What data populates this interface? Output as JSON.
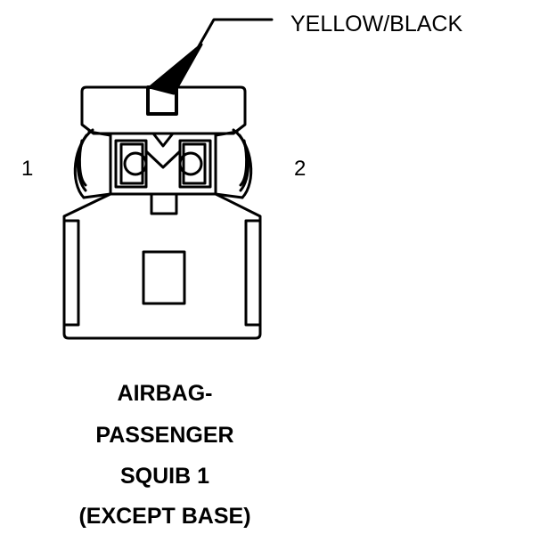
{
  "connector": {
    "wire_color": "YELLOW/BLACK",
    "pins": [
      "1",
      "2"
    ],
    "caption_lines": [
      "AIRBAG-",
      "PASSENGER",
      "SQUIB 1",
      "(EXCEPT BASE)"
    ]
  },
  "colors": {
    "line": "#000000",
    "background": "#ffffff"
  }
}
